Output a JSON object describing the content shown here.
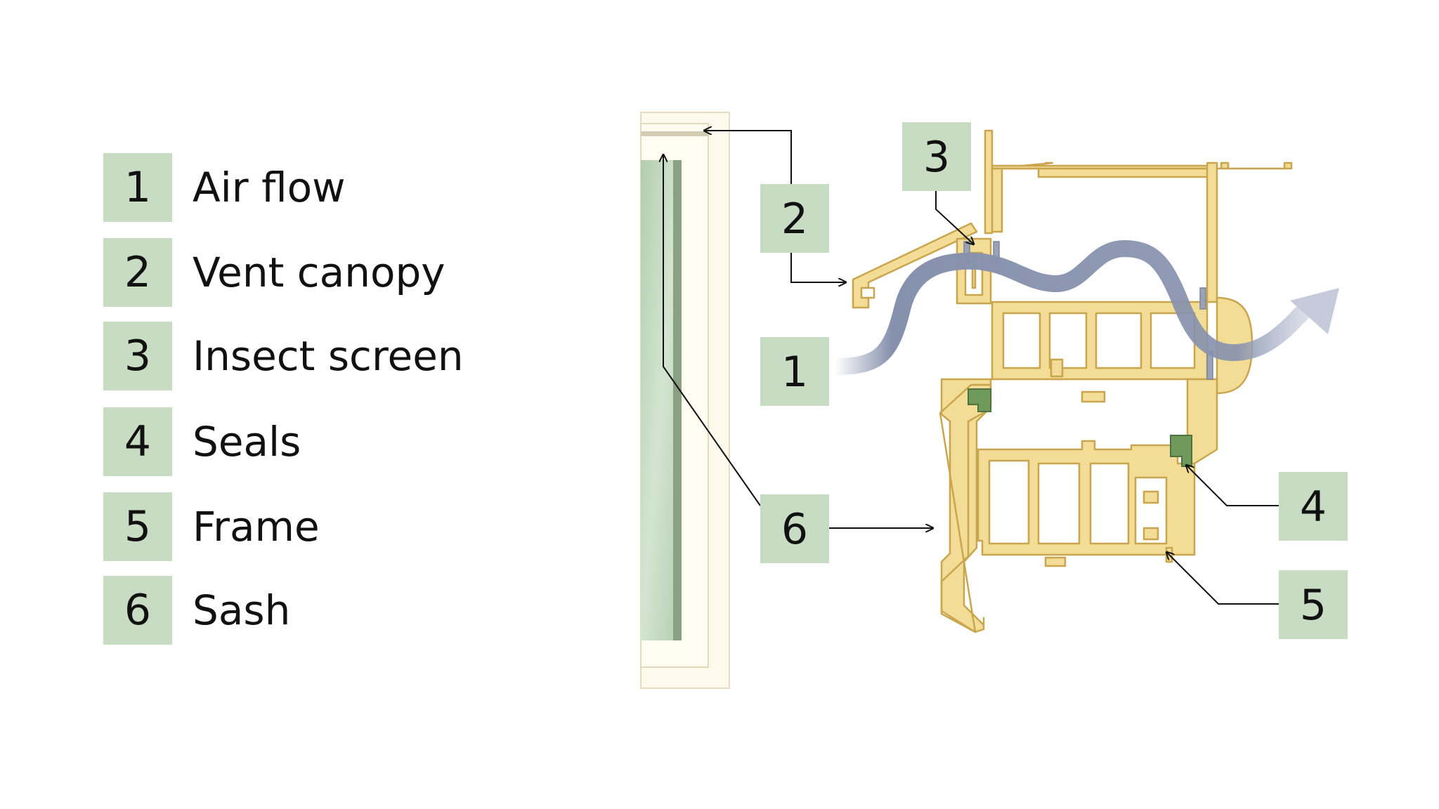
{
  "legend": [
    {
      "num": "1",
      "label": "Air flow"
    },
    {
      "num": "2",
      "label": "Vent canopy"
    },
    {
      "num": "3",
      "label": "Insect screen"
    },
    {
      "num": "4",
      "label": "Seals"
    },
    {
      "num": "5",
      "label": "Frame"
    },
    {
      "num": "6",
      "label": "Sash"
    }
  ],
  "callouts": {
    "c1": "1",
    "c2": "2",
    "c3": "3",
    "c4": "4",
    "c5": "5",
    "c6": "6"
  },
  "colors": {
    "badge": "#c7dcc2",
    "profile_fill": "#f3dc96",
    "profile_stroke": "#c9a54e",
    "seal": "#6f9a5c",
    "airflow": "#8691ad",
    "glass": "#c9dcc7",
    "frame_face": "#fdf9ec"
  }
}
